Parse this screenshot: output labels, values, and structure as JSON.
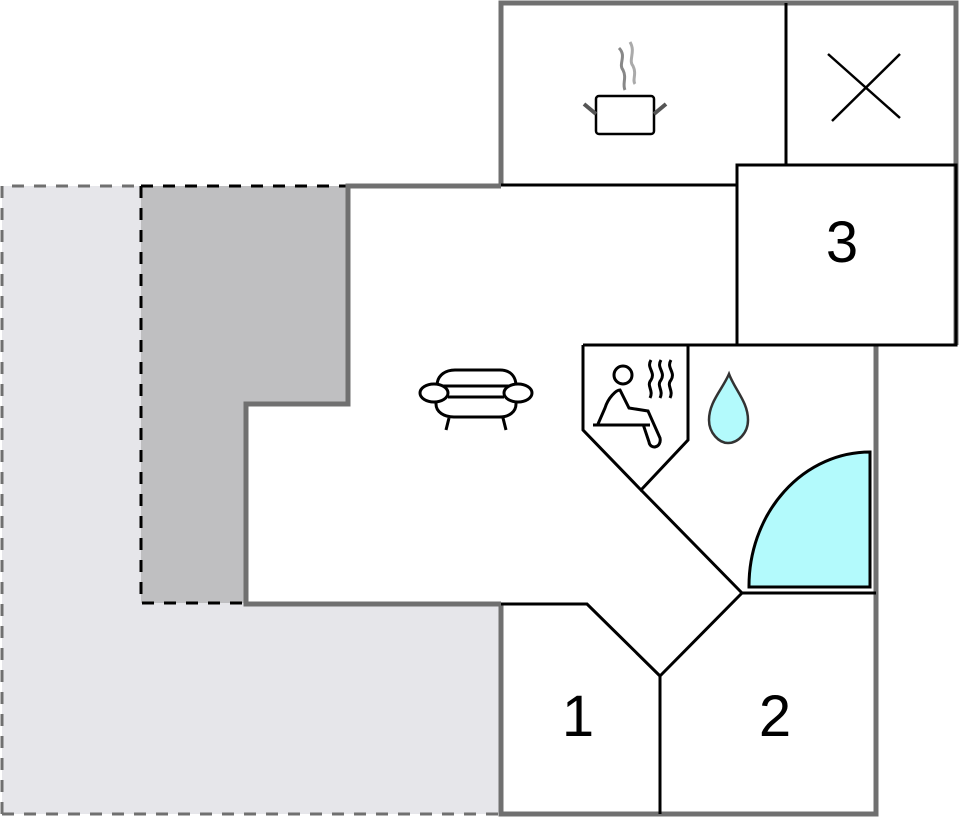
{
  "floorplan": {
    "colors": {
      "background": "#ffffff",
      "outdoor_terrace": "#e6e6ea",
      "covered_terrace": "#bfbfc1",
      "outer_wall": "#707070",
      "inner_wall": "#000000",
      "water": "#b3fafc"
    },
    "rooms": [
      {
        "id": "kitchen",
        "label": "",
        "icon": "cooking-pot-icon"
      },
      {
        "id": "storage",
        "label": "",
        "icon": "cross-icon"
      },
      {
        "id": "bedroom-3",
        "label": "3",
        "icon": ""
      },
      {
        "id": "living-room",
        "label": "",
        "icon": "sofa-icon"
      },
      {
        "id": "sauna",
        "label": "",
        "icon": "sauna-icon"
      },
      {
        "id": "bathroom",
        "label": "",
        "icon": "water-drop-icon"
      },
      {
        "id": "bedroom-1",
        "label": "1",
        "icon": ""
      },
      {
        "id": "bedroom-2",
        "label": "2",
        "icon": ""
      }
    ],
    "labels": {
      "room1": "1",
      "room2": "2",
      "room3": "3"
    },
    "areas": [
      {
        "id": "terrace",
        "style": "dashed",
        "fill": "light-gray"
      },
      {
        "id": "covered-terrace",
        "style": "dashed",
        "fill": "gray"
      }
    ]
  }
}
